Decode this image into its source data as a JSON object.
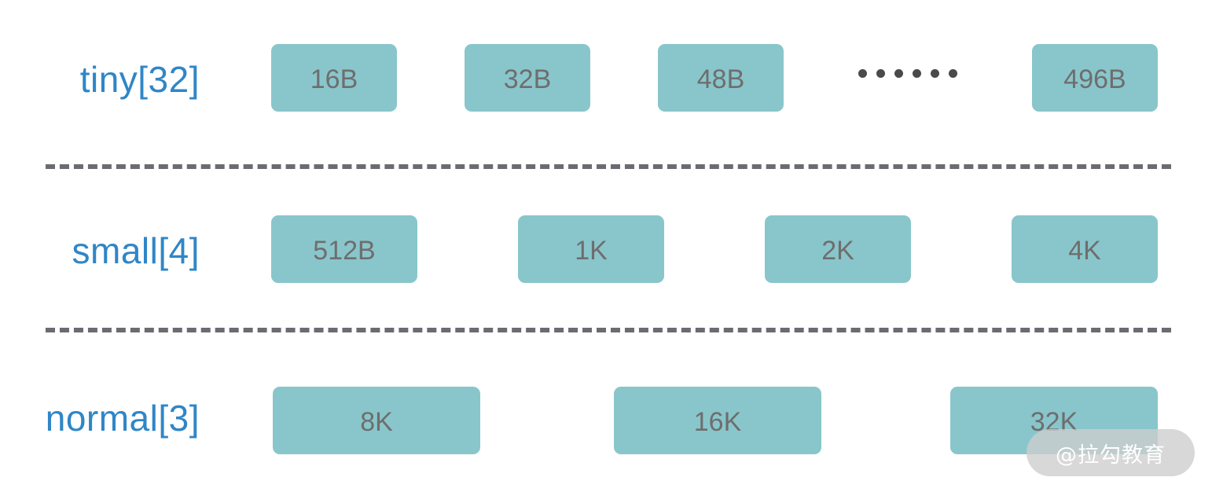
{
  "rows": {
    "tiny": {
      "label": "tiny[32]",
      "items": [
        "16B",
        "32B",
        "48B",
        "496B"
      ]
    },
    "small": {
      "label": "small[4]",
      "items": [
        "512B",
        "1K",
        "2K",
        "4K"
      ]
    },
    "normal": {
      "label": "normal[3]",
      "items": [
        "8K",
        "16K",
        "32K"
      ]
    }
  },
  "colors": {
    "label": "#2f86c7",
    "box_fill": "#89c6cb",
    "box_text": "#6e6e6e",
    "divider": "#6b6b72"
  },
  "watermark": "@拉勾教育"
}
